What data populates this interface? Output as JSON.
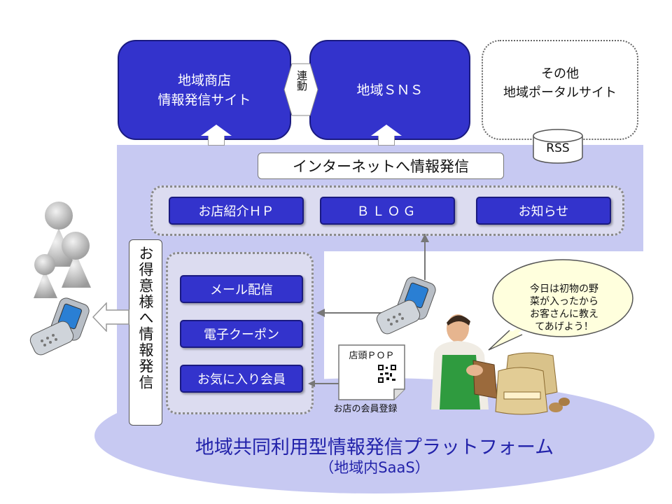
{
  "top": {
    "shop_site": [
      "地域商店",
      "情報発信サイト"
    ],
    "link_label": "連動",
    "sns": "地域ＳＮＳ",
    "portal": [
      "その他",
      "地域ポータルサイト"
    ],
    "rss": "RSS"
  },
  "internet_label": "インターネットへ情報発信",
  "web_group": [
    "お店紹介ＨＰ",
    "ＢＬＯＧ",
    "お知らせ"
  ],
  "customer_label": "お得意様へ情報発信",
  "customer_group": [
    "メール配信",
    "電子クーポン",
    "お気に入り会員"
  ],
  "pop": {
    "title": "店頭ＰＯＰ",
    "caption": "お店の会員登録"
  },
  "speech": [
    "今日は初物の野",
    "菜が入ったから",
    "お客さんに教え",
    "てあげよう！"
  ],
  "platform": {
    "title": "地域共同利用型情報発信プラットフォーム",
    "subtitle": "（地域内SaaS）"
  },
  "colors": {
    "box_blue": "#3333cc",
    "panel_lavender": "#c7c9f2",
    "platform_text": "#2222aa"
  },
  "icons": [
    "user-group-icon",
    "mobile-phone-icon",
    "qr-code-icon",
    "shopkeeper-icon",
    "potato-bags-icon"
  ]
}
